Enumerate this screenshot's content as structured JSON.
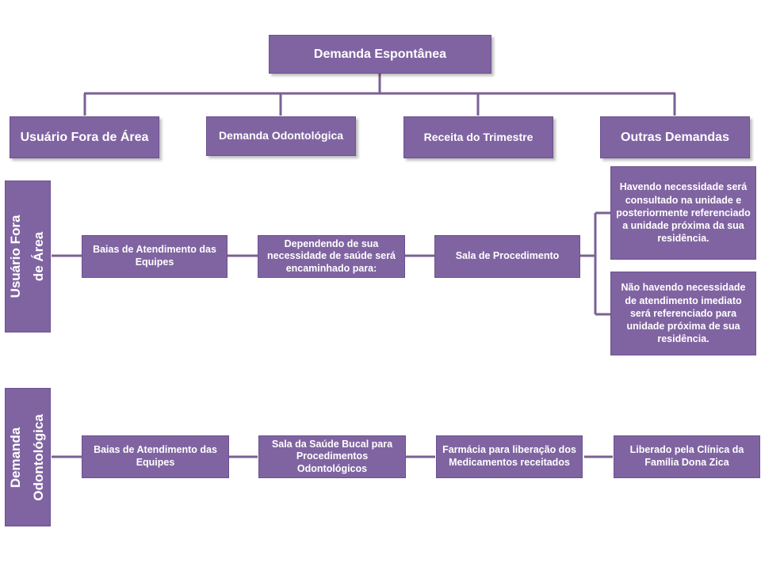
{
  "root": {
    "label": "Demanda Espontânea"
  },
  "categories": [
    {
      "label": "Usuário Fora de Área"
    },
    {
      "label": "Demanda Odontológica"
    },
    {
      "label": "Receita do Trimestre"
    },
    {
      "label": "Outras Demandas"
    }
  ],
  "flow1": {
    "side_label_line1": "Usuário Fora",
    "side_label_line2": "de Área",
    "steps": [
      {
        "label": "Baias de Atendimento das Equipes"
      },
      {
        "label": "Dependendo de sua necessidade de saúde será encaminhado para:"
      },
      {
        "label": "Sala de Procedimento"
      }
    ],
    "outcomes": [
      {
        "label": "Havendo necessidade será consultado na unidade e posteriormente referenciado a unidade próxima da sua residência."
      },
      {
        "label": "Não havendo necessidade de atendimento imediato será referenciado para unidade próxima de sua residência."
      }
    ]
  },
  "flow2": {
    "side_label_line1": "Demanda",
    "side_label_line2": "Odontológica",
    "steps": [
      {
        "label": "Baias de Atendimento das Equipes"
      },
      {
        "label": "Sala  da Saúde Bucal para Procedimentos Odontológicos"
      },
      {
        "label": "Farmácia para liberação dos Medicamentos receitados"
      },
      {
        "label": "Liberado pela Clínica da Família  Dona Zica"
      }
    ]
  },
  "colors": {
    "box_fill": "#8064a2",
    "connector": "#7a6193",
    "text": "#ffffff"
  }
}
